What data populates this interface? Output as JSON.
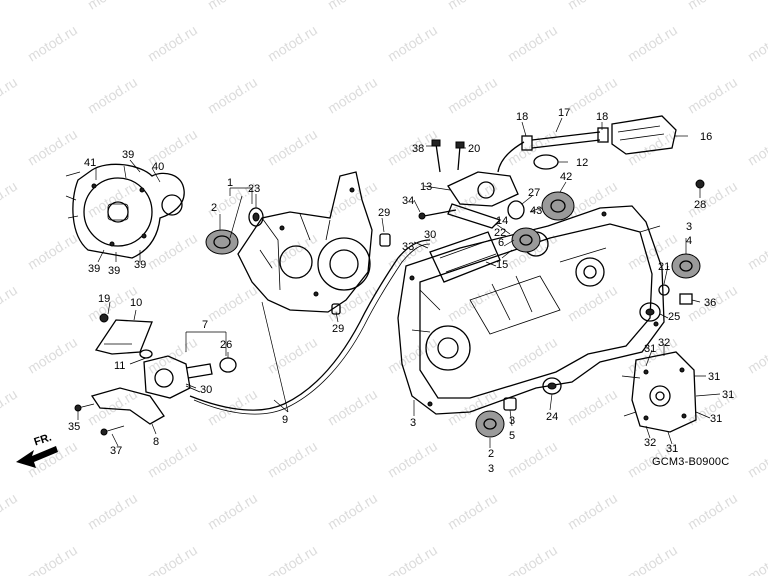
{
  "watermark": "motod.ru",
  "diagram_code": "GCM3-B0900C",
  "front_marker": "FR.",
  "callouts": [
    {
      "id": "c1",
      "text": "1"
    },
    {
      "id": "c2",
      "text": "2"
    },
    {
      "id": "c23",
      "text": "23"
    },
    {
      "id": "c39a",
      "text": "39"
    },
    {
      "id": "c40",
      "text": "40"
    },
    {
      "id": "c41",
      "text": "41"
    },
    {
      "id": "c39b",
      "text": "39"
    },
    {
      "id": "c39c",
      "text": "39"
    },
    {
      "id": "c39d",
      "text": "39"
    },
    {
      "id": "c19",
      "text": "19"
    },
    {
      "id": "c10",
      "text": "10"
    },
    {
      "id": "c11",
      "text": "11"
    },
    {
      "id": "c7",
      "text": "7"
    },
    {
      "id": "c26",
      "text": "26"
    },
    {
      "id": "c30a",
      "text": "30"
    },
    {
      "id": "c35",
      "text": "35"
    },
    {
      "id": "c37",
      "text": "37"
    },
    {
      "id": "c8",
      "text": "8"
    },
    {
      "id": "c9",
      "text": "9"
    },
    {
      "id": "c29a",
      "text": "29"
    },
    {
      "id": "c29b",
      "text": "29"
    },
    {
      "id": "c38",
      "text": "38"
    },
    {
      "id": "c20",
      "text": "20"
    },
    {
      "id": "c18a",
      "text": "18"
    },
    {
      "id": "c17",
      "text": "17"
    },
    {
      "id": "c18b",
      "text": "18"
    },
    {
      "id": "c16",
      "text": "16"
    },
    {
      "id": "c12",
      "text": "12"
    },
    {
      "id": "c13",
      "text": "13"
    },
    {
      "id": "c27",
      "text": "27"
    },
    {
      "id": "c42",
      "text": "42"
    },
    {
      "id": "c28",
      "text": "28"
    },
    {
      "id": "c34",
      "text": "34"
    },
    {
      "id": "c43",
      "text": "43"
    },
    {
      "id": "c14",
      "text": "14"
    },
    {
      "id": "c22",
      "text": "22"
    },
    {
      "id": "c6",
      "text": "6"
    },
    {
      "id": "c30b",
      "text": "30"
    },
    {
      "id": "c33",
      "text": "33"
    },
    {
      "id": "c15",
      "text": "15"
    },
    {
      "id": "c3a",
      "text": "3"
    },
    {
      "id": "c4",
      "text": "4"
    },
    {
      "id": "c21",
      "text": "21"
    },
    {
      "id": "c36",
      "text": "36"
    },
    {
      "id": "c25",
      "text": "25"
    },
    {
      "id": "c3b",
      "text": "3"
    },
    {
      "id": "c3c",
      "text": "3"
    },
    {
      "id": "c5",
      "text": "5"
    },
    {
      "id": "c24",
      "text": "24"
    },
    {
      "id": "c2b",
      "text": "2"
    },
    {
      "id": "c3d",
      "text": "3"
    },
    {
      "id": "c31a",
      "text": "31"
    },
    {
      "id": "c32a",
      "text": "32"
    },
    {
      "id": "c31b",
      "text": "31"
    },
    {
      "id": "c31c",
      "text": "31"
    },
    {
      "id": "c31d",
      "text": "31"
    },
    {
      "id": "c32b",
      "text": "32"
    },
    {
      "id": "c31e",
      "text": "31"
    }
  ]
}
